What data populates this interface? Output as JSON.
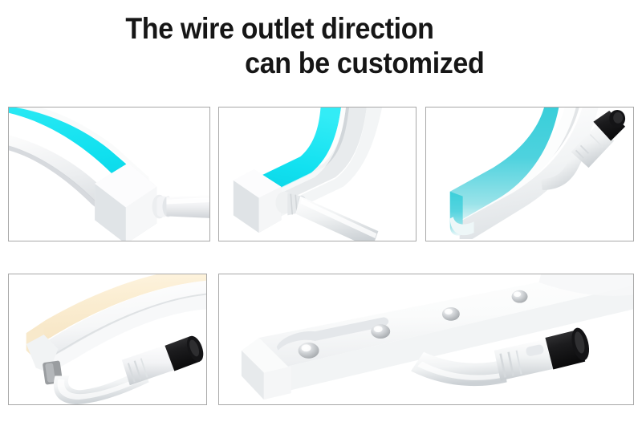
{
  "heading": {
    "line1": "The wire outlet direction",
    "line2": "can be customized",
    "color": "#161616"
  },
  "theme": {
    "background": "#ffffff",
    "panel_border": "#a8a8a8",
    "cyan_bright": "#19e3f0",
    "cyan_soft": "#55d2de",
    "warm_white": "#faefd6",
    "body_white": "#f2f3f4",
    "shade_grey": "#d9dcdf",
    "connector_black": "#1d1d1d",
    "screw_metal": "#b9bcc0"
  },
  "panels": [
    {
      "id": "panel-1",
      "name": "panel-straight-side-outlet",
      "caption_alt": "Cyan neon strip curving from upper left with white end cap and wire exiting horizontally to the right",
      "strip_color": "cyan_bright",
      "wire_direction": "side-horizontal",
      "has_connector": false
    },
    {
      "id": "panel-2",
      "name": "panel-diagonal-side-outlet",
      "caption_alt": "Cyan neon strip curving from upper right into a white end cap with wire exiting diagonally down-right",
      "strip_color": "cyan_bright",
      "wire_direction": "diagonal-down-right",
      "has_connector": false
    },
    {
      "id": "panel-3",
      "name": "panel-top-outlet-with-connector",
      "caption_alt": "Arcing cyan neon strip with wire exiting upward-right terminating in a white connector with black cap",
      "strip_color": "cyan_soft",
      "wire_direction": "up-right",
      "has_connector": true
    },
    {
      "id": "panel-4",
      "name": "panel-bottom-outlet-warm-white",
      "caption_alt": "Warm white neon strip with wire exiting downward then curving right to a white connector with black cap",
      "strip_color": "warm_white",
      "wire_direction": "down-then-right",
      "has_connector": true
    },
    {
      "id": "panel-5",
      "name": "panel-mounting-track-with-connector",
      "caption_alt": "White mounting track with four metal screws and a wire running to a white connector with black cap",
      "strip_color": "body_white",
      "wire_direction": "under-track-right",
      "has_connector": true,
      "screw_count": 4
    }
  ]
}
